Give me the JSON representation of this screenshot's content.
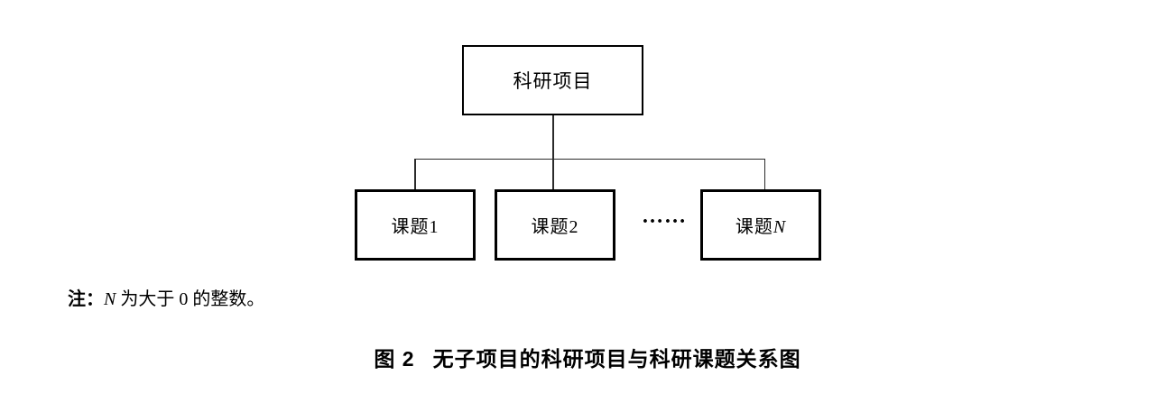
{
  "diagram": {
    "root": {
      "label": "科研项目"
    },
    "children": [
      {
        "base": "课题",
        "suffix": "1"
      },
      {
        "base": "课题",
        "suffix": "2"
      },
      {
        "base": "课题",
        "suffix": "N"
      }
    ],
    "ellipsis": "……"
  },
  "note": {
    "prefix": "注：",
    "variable": "N",
    "text": " 为大于 0 的整数。"
  },
  "caption": {
    "figure_label": "图 2",
    "title": "无子项目的科研项目与科研课题关系图"
  },
  "colors": {
    "background": "#ffffff",
    "box_border": "#000000",
    "connector_line": "#2b2b2b",
    "text": "#000000"
  }
}
